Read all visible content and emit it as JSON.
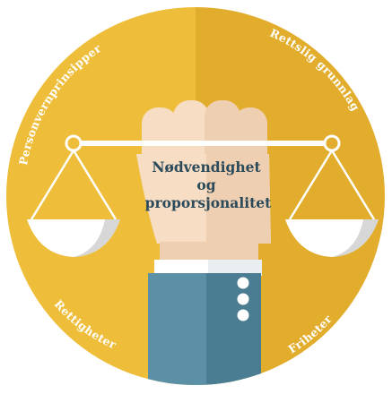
{
  "labels": {
    "top_left": "Personvernprinsipper",
    "top_right": "Rettslig grunnlag",
    "bottom_left": "Rettigheter",
    "bottom_right": "Friheter"
  },
  "center_text": {
    "line1": "Nødvendighet",
    "line2": "og",
    "line3": "proporsjonalitet"
  },
  "colors": {
    "circle_left": "#eebd3a",
    "circle_right": "#e2ad2c",
    "scale_line": "#ffffff",
    "pan": "#d7d7d7",
    "skin_light": "#f6ddc3",
    "skin_mid": "#efcfb2",
    "sleeve_left": "#5b90a6",
    "sleeve_right": "#4b7d92",
    "cuff": "#ffffff",
    "button": "#ffffff",
    "text_dark": "#2b4a5a"
  }
}
